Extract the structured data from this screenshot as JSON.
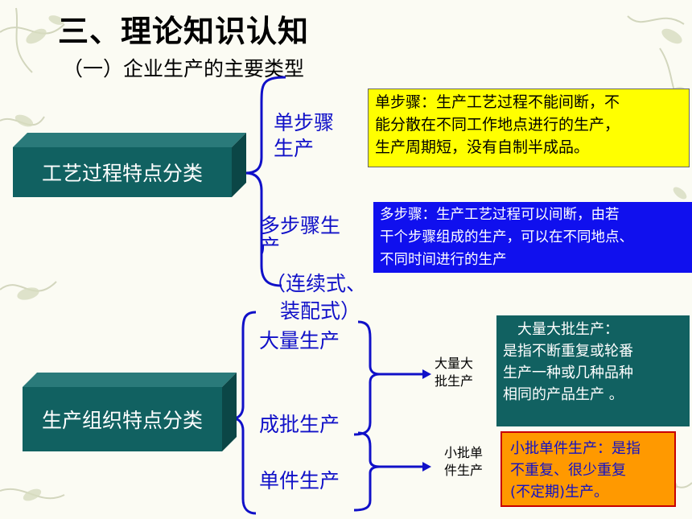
{
  "header": {
    "title": "三、理论知识认知",
    "subtitle": "（一）企业生产的主要类型"
  },
  "left_boxes": [
    {
      "label": "工艺过程特点分类"
    },
    {
      "label": "生产组织特点分类"
    }
  ],
  "process": {
    "single": "单步骤生产",
    "single_lines": [
      "单步骤",
      "生产"
    ],
    "multi_lines": [
      "多步骤生",
      "产"
    ],
    "multi_note_lines": [
      "（连续式、",
      "装配式）"
    ]
  },
  "organization": {
    "mass": "大量生产",
    "batch": "成批生产",
    "single": "单件生产"
  },
  "connectors": {
    "mass_batch_lines": [
      "大量大",
      "批生产"
    ],
    "small_batch_lines": [
      "小批单",
      "件生产"
    ]
  },
  "descriptions": {
    "single_step": [
      "单步骤：生产工艺过程不能间断，不",
      "能分散在不同工作地点进行的生产，",
      "生产周期短，没有自制半成品。"
    ],
    "multi_step": [
      "多步骤：生产工艺过程可以间断，由若",
      "干个步骤组成的生产，可以在不同地点、",
      "不同时间进行的生产"
    ],
    "mass_batch": [
      "　大量大批生产：",
      "是指不断重复或轮番",
      "生产一种或几种品种",
      "相同的产品生产 。"
    ],
    "small_batch": [
      "小批单件生产：是指",
      "不重复、很少重复",
      "(不定期)生产。"
    ]
  },
  "colors": {
    "teal": "#116161",
    "blue_text": "#1010c8",
    "yellow": "#ffff00",
    "blue_box": "#1010ee",
    "orange": "#ff9900",
    "background": "#fbfbf3"
  }
}
